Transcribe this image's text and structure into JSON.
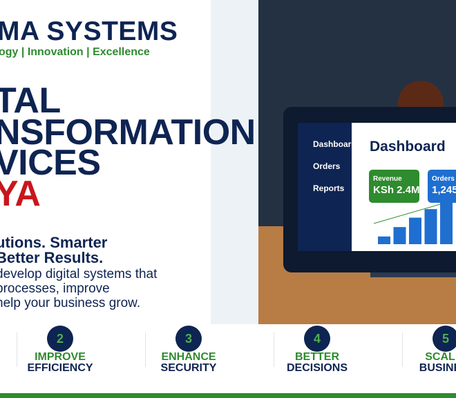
{
  "brand": {
    "name": "MA SYSTEMS",
    "tagline": "ogy | Innovation | Excellence"
  },
  "hero": {
    "line1": "TAL",
    "line2": "NSFORMATION",
    "line3": "VICES",
    "line4": "YA"
  },
  "subheading": {
    "line1": "utions. Smarter",
    "line2": "Better Results."
  },
  "description": {
    "line1": " develop digital systems that",
    "line2": "processes, improve",
    "line3": "help your business grow."
  },
  "dashboard": {
    "nav": [
      "Dashboard",
      "Orders",
      "Reports"
    ],
    "title": "Dashboard",
    "cards": [
      {
        "label": "Revenue",
        "value": "KSh 2.4M"
      },
      {
        "label": "Orders",
        "value": "1,245"
      }
    ],
    "bars": [
      0.18,
      0.4,
      0.62,
      0.82,
      1.0
    ],
    "colors": {
      "bar": "#1f6fd1",
      "trend": "#2e8b2e"
    }
  },
  "features": [
    {
      "number": "2",
      "line1": "IMPROVE",
      "line2": "EFFICIENCY"
    },
    {
      "number": "3",
      "line1": "ENHANCE",
      "line2": "SECURITY"
    },
    {
      "number": "4",
      "line1": "BETTER",
      "line2": "DECISIONS"
    },
    {
      "number": "5",
      "line1": "SCAL",
      "line2": "BUSINE"
    }
  ],
  "colors": {
    "navy": "#0e2452",
    "green": "#2e8b2e",
    "red": "#c8161d"
  }
}
